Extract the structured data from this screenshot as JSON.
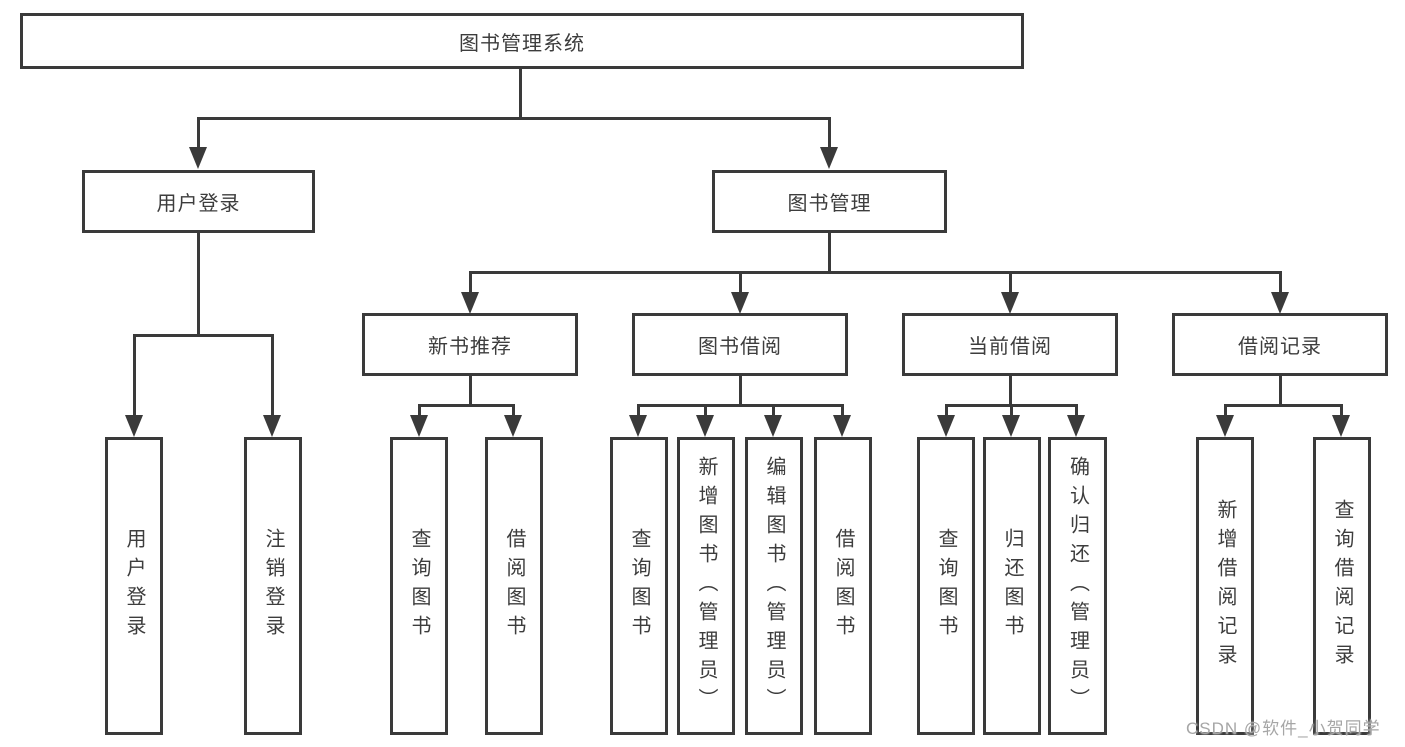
{
  "diagram": {
    "root": {
      "label": "图书管理系统"
    },
    "branches": [
      {
        "label": "用户登录",
        "leaves": [
          {
            "label": "用户登录"
          },
          {
            "label": "注销登录"
          }
        ]
      },
      {
        "label": "图书管理",
        "sections": [
          {
            "label": "新书推荐",
            "leaves": [
              {
                "label": "查询图书"
              },
              {
                "label": "借阅图书"
              }
            ]
          },
          {
            "label": "图书借阅",
            "leaves": [
              {
                "label": "查询图书"
              },
              {
                "label": "新增图书（管理员）"
              },
              {
                "label": "编辑图书（管理员）"
              },
              {
                "label": "借阅图书"
              }
            ]
          },
          {
            "label": "当前借阅",
            "leaves": [
              {
                "label": "查询图书"
              },
              {
                "label": "归还图书"
              },
              {
                "label": "确认归还（管理员）"
              }
            ]
          },
          {
            "label": "借阅记录",
            "leaves": [
              {
                "label": "新增借阅记录"
              },
              {
                "label": "查询借阅记录"
              }
            ]
          }
        ]
      }
    ]
  },
  "watermark": {
    "text": "CSDN @软件_小贺同学"
  },
  "colors": {
    "line": "#3a3a3a",
    "text": "#3d3d3d",
    "watermark": "#a6a6a6",
    "background": "#ffffff"
  }
}
